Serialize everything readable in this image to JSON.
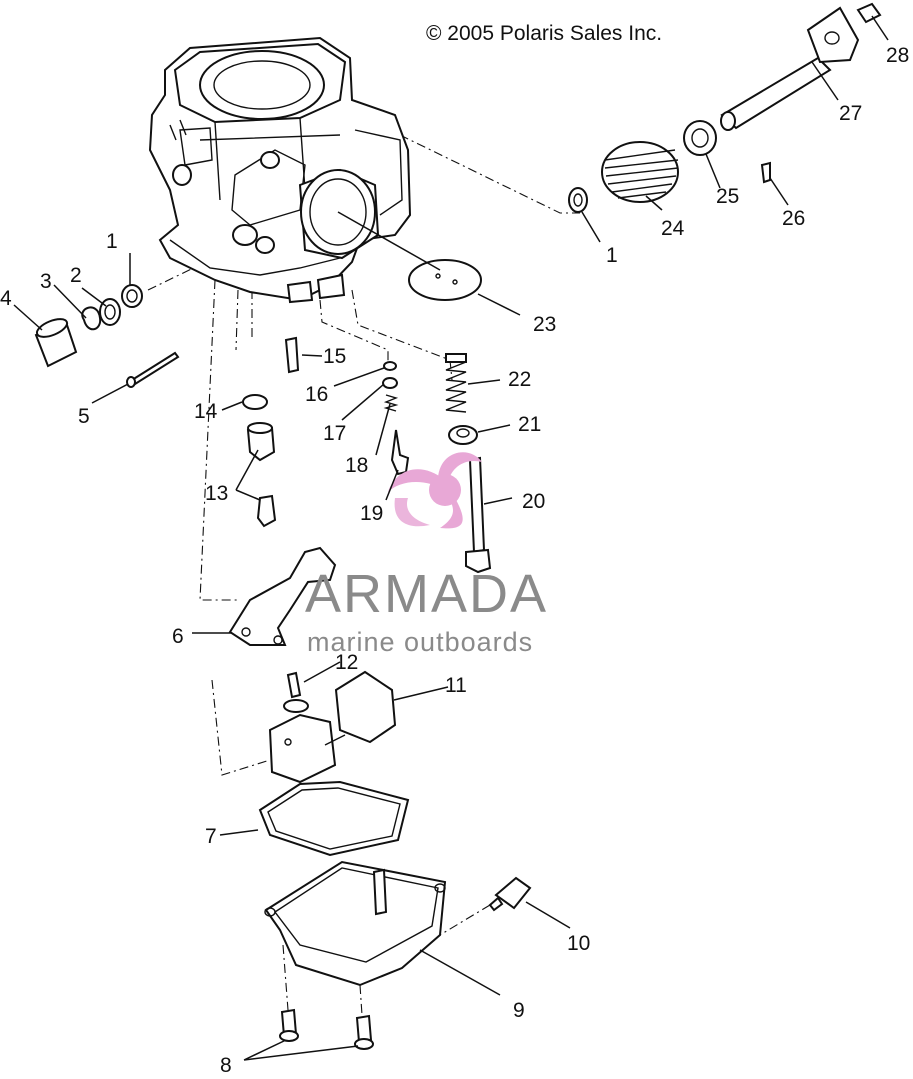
{
  "copyright": "© 2005 Polaris Sales Inc.",
  "watermark": {
    "brand": "ARMADA",
    "tagline": "marine outboards",
    "accent_color": "#e8a8d6",
    "gray_color": "#8a8a8a"
  },
  "callouts": [
    {
      "id": "c1a",
      "label": "1"
    },
    {
      "id": "c1b",
      "label": "1"
    },
    {
      "id": "c2",
      "label": "2"
    },
    {
      "id": "c3",
      "label": "3"
    },
    {
      "id": "c4",
      "label": "4"
    },
    {
      "id": "c5",
      "label": "5"
    },
    {
      "id": "c6",
      "label": "6"
    },
    {
      "id": "c7",
      "label": "7"
    },
    {
      "id": "c8",
      "label": "8"
    },
    {
      "id": "c9",
      "label": "9"
    },
    {
      "id": "c10",
      "label": "10"
    },
    {
      "id": "c11",
      "label": "11"
    },
    {
      "id": "c12",
      "label": "12"
    },
    {
      "id": "c13",
      "label": "13"
    },
    {
      "id": "c14",
      "label": "14"
    },
    {
      "id": "c15",
      "label": "15"
    },
    {
      "id": "c16",
      "label": "16"
    },
    {
      "id": "c17",
      "label": "17"
    },
    {
      "id": "c18",
      "label": "18"
    },
    {
      "id": "c19",
      "label": "19"
    },
    {
      "id": "c20",
      "label": "20"
    },
    {
      "id": "c21",
      "label": "21"
    },
    {
      "id": "c22",
      "label": "22"
    },
    {
      "id": "c23",
      "label": "23"
    },
    {
      "id": "c24",
      "label": "24"
    },
    {
      "id": "c25",
      "label": "25"
    },
    {
      "id": "c26",
      "label": "26"
    },
    {
      "id": "c27",
      "label": "27"
    },
    {
      "id": "c28",
      "label": "28"
    }
  ]
}
